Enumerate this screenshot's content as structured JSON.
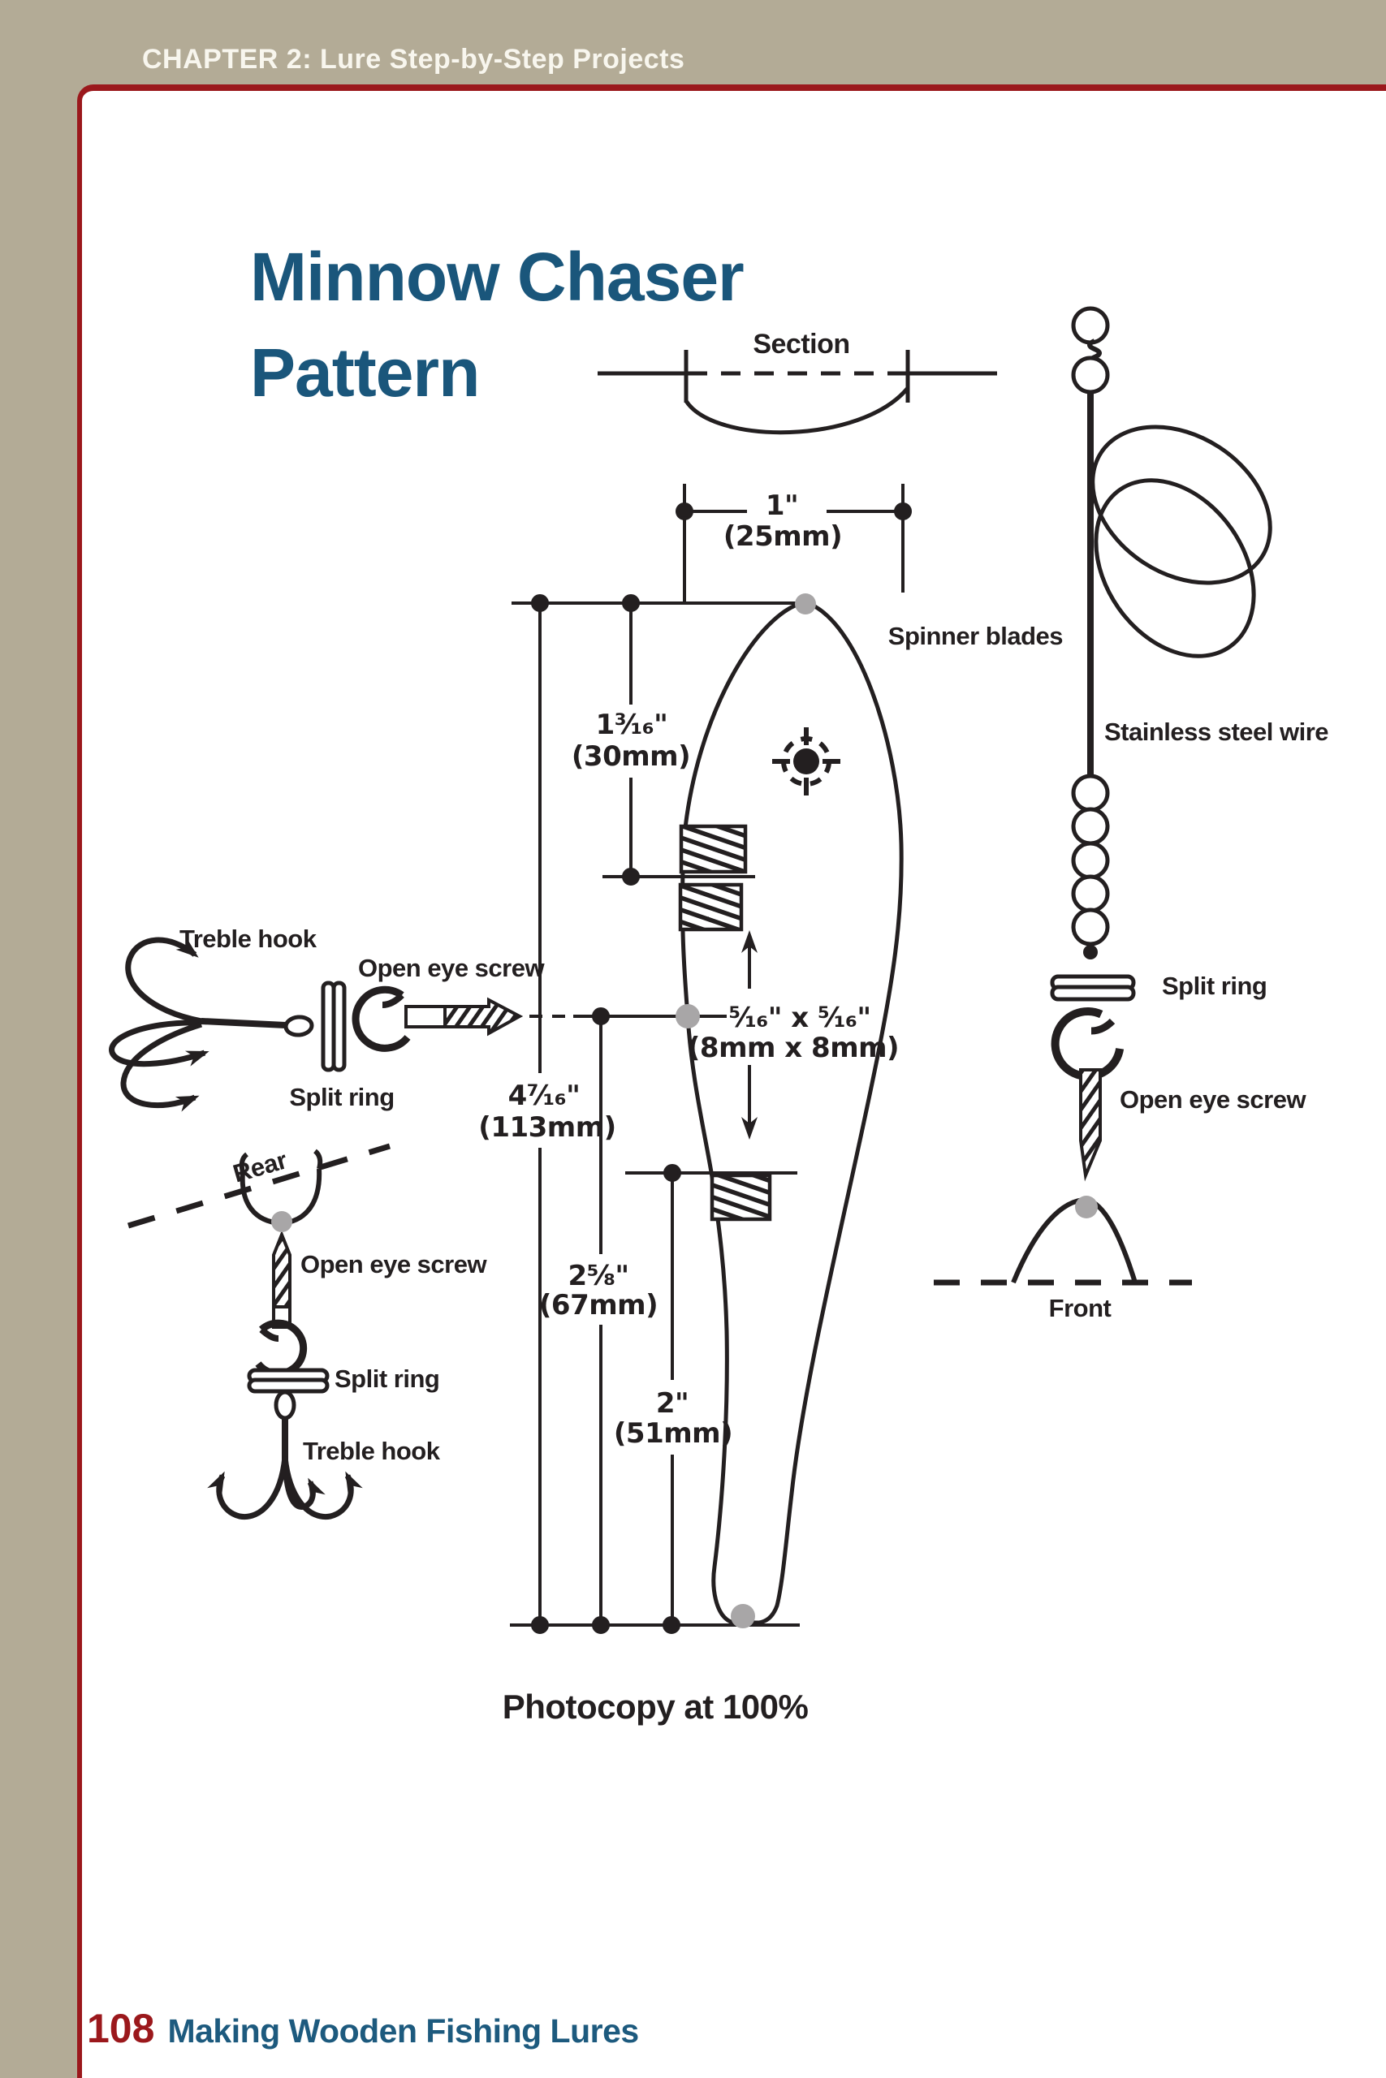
{
  "colors": {
    "background_tan": "#b3ab96",
    "border_red": "#9b181c",
    "title_blue": "#1a567b",
    "ink_black": "#231f20",
    "marker_gray": "#a8a6a7"
  },
  "header": {
    "chapter": "CHAPTER 2: Lure Step-by-Step Projects"
  },
  "title": {
    "line1": "Minnow Chaser",
    "line2": "Pattern"
  },
  "section": {
    "label": "Section"
  },
  "dimensions": {
    "body_width": {
      "in": "1\"",
      "mm": "(25mm)"
    },
    "nose_to_slot": {
      "in": "1³⁄₁₆\"",
      "mm": "(30mm)"
    },
    "total_length": {
      "in": "4⁷⁄₁₆\"",
      "mm": "(113mm)"
    },
    "slot": {
      "in": "⁵⁄₁₆\" x ⁵⁄₁₆\"",
      "mm": "(8mm x 8mm)"
    },
    "mid_length": {
      "in": "2⅝\"",
      "mm": "(67mm)"
    },
    "tail_length": {
      "in": "2\"",
      "mm": "(51mm)"
    }
  },
  "rig": {
    "spinner_blades": "Spinner blades",
    "wire": "Stainless steel wire",
    "split_ring": "Split ring",
    "open_eye_screw": "Open eye screw",
    "front": "Front"
  },
  "side_hook": {
    "treble_hook": "Treble hook",
    "open_eye_screw": "Open eye screw",
    "split_ring": "Split ring"
  },
  "rear_hook": {
    "rear": "Rear",
    "open_eye_screw": "Open eye screw",
    "split_ring": "Split ring",
    "treble_hook": "Treble hook"
  },
  "note": {
    "photocopy": "Photocopy at 100%"
  },
  "footer": {
    "page_number": "108",
    "book_title": "Making Wooden Fishing Lures"
  }
}
